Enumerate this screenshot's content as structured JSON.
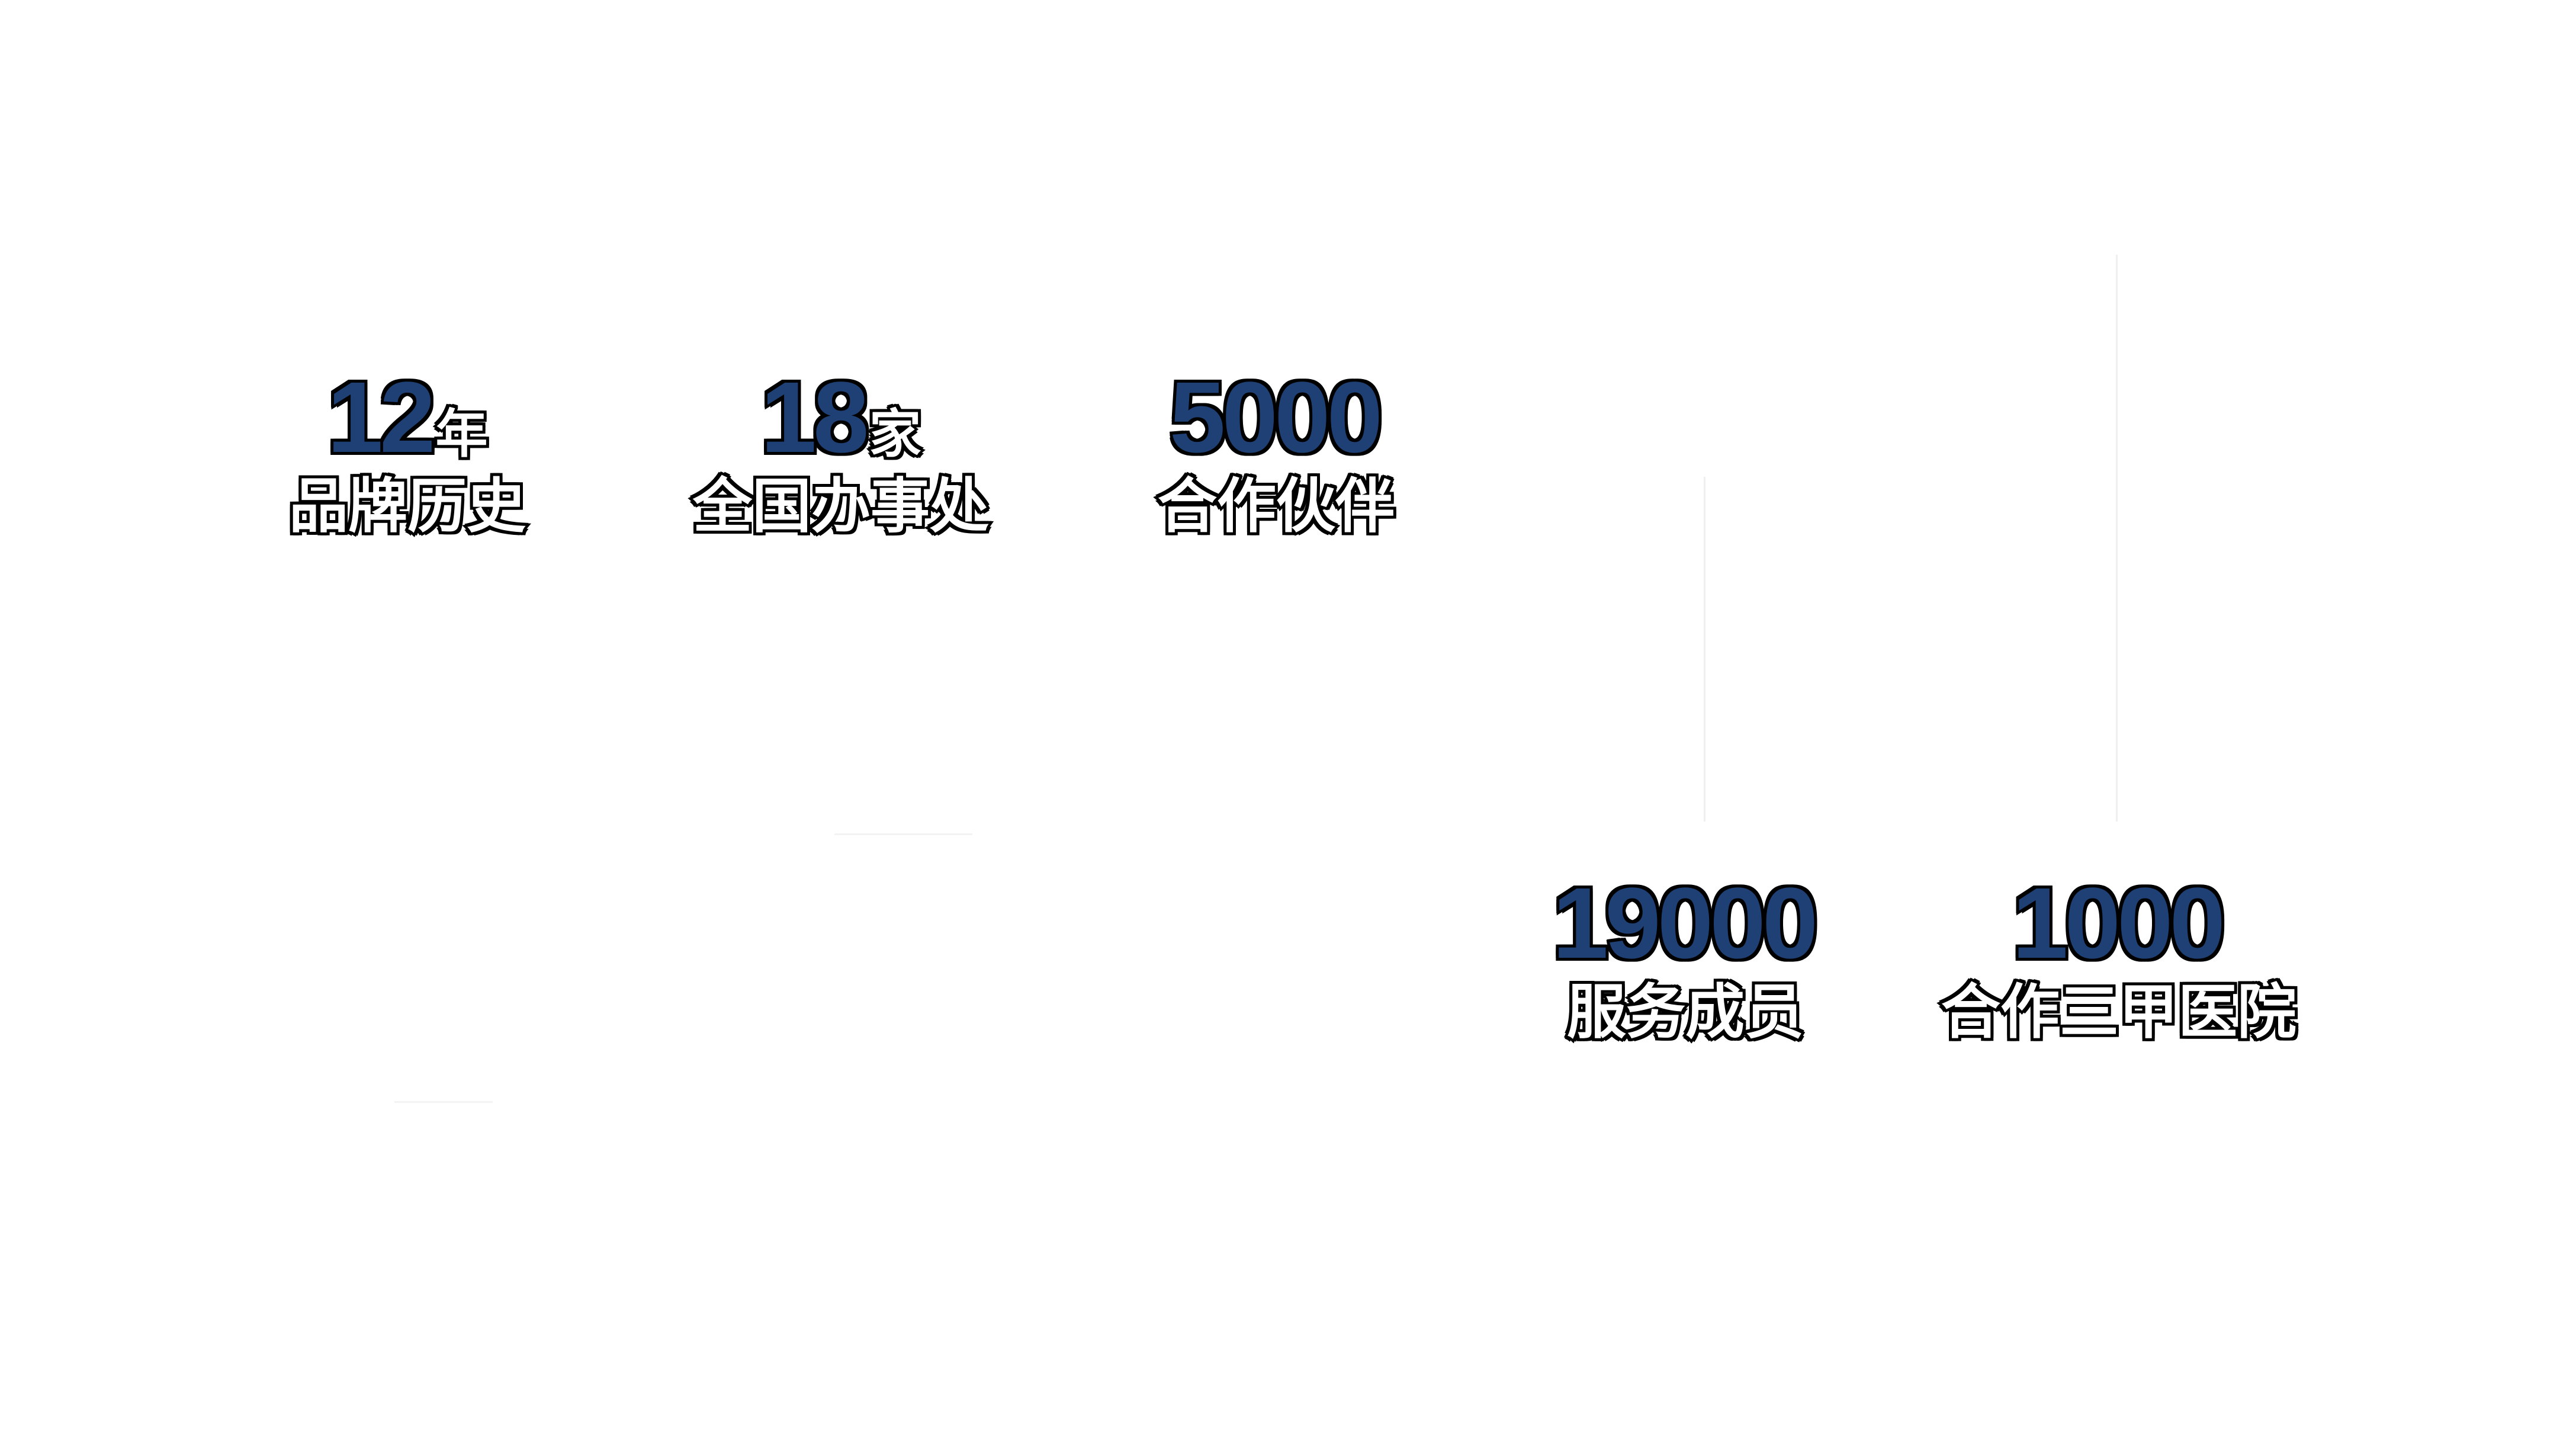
{
  "colors": {
    "number": "#1e4075",
    "outline": "#000000",
    "label_text": "#ffffff",
    "background": "#ffffff"
  },
  "stats": [
    {
      "value": "12",
      "unit": "年",
      "label": "品牌历史"
    },
    {
      "value": "18",
      "unit": "家",
      "label": "全国办事处"
    },
    {
      "value": "5000",
      "unit": "",
      "label": "合作伙伴"
    },
    {
      "value": "19000",
      "unit": "",
      "label": "服务成员"
    },
    {
      "value": "1000",
      "unit": "",
      "label": "合作三甲医院"
    }
  ]
}
